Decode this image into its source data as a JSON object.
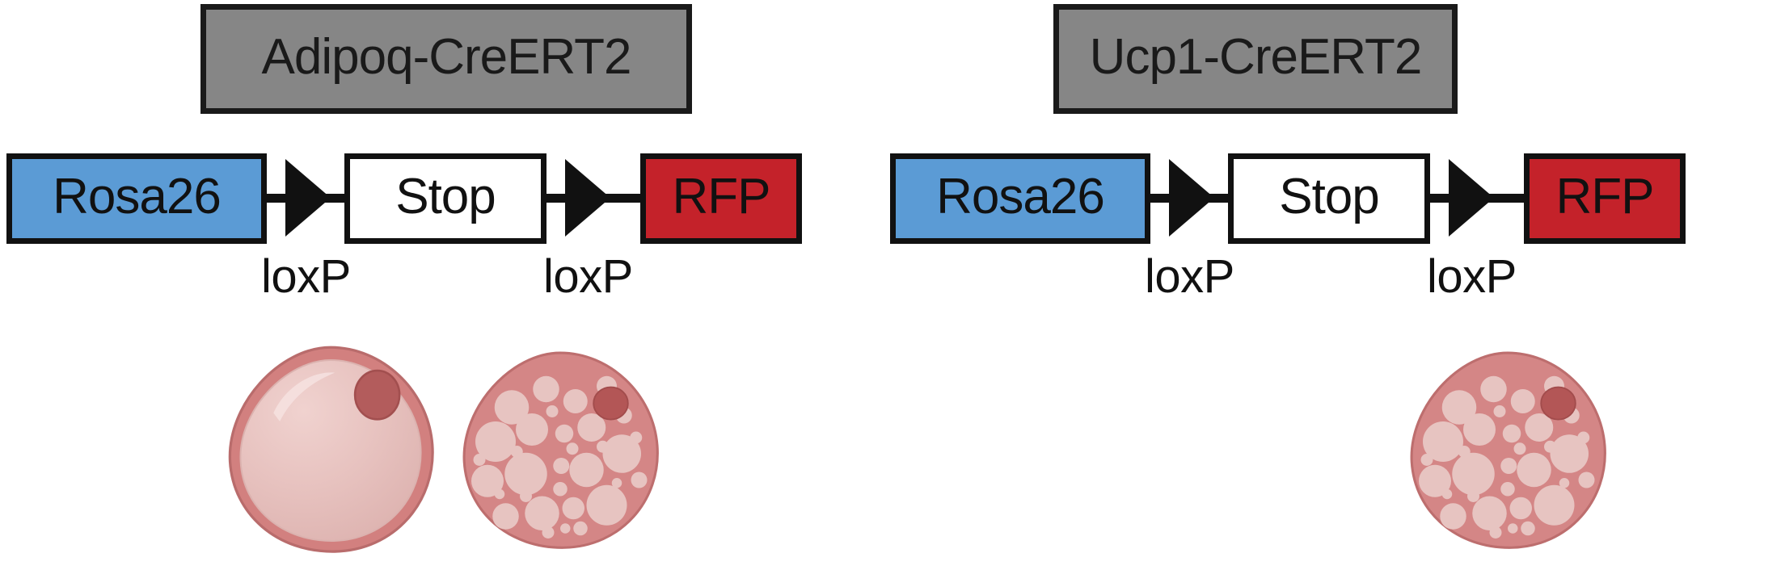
{
  "figure": {
    "type": "diagram",
    "description": "Cre-lox lineage tracing reporter constructs for two adipocyte Cre driver lines with adipocyte morphology illustrations",
    "background_color": "#ffffff"
  },
  "colors": {
    "driver_box_fill": "#868686",
    "driver_box_border": "#1a1a1a",
    "rosa26_fill": "#5B9BD5",
    "stop_fill": "#ffffff",
    "rfp_fill": "#C4222A",
    "outline": "#111111",
    "cell_cytoplasm": "#D68B8B",
    "cell_membrane": "#C06B6B",
    "lipid_droplet": "#E8C3C0",
    "nucleus": "#B35656"
  },
  "panels": [
    {
      "id": "adipoq",
      "driver": {
        "label": "Adipoq-CreERT2"
      },
      "cassette": {
        "boxes": [
          {
            "id": "rosa26",
            "label": "Rosa26",
            "fill": "#5B9BD5"
          },
          {
            "id": "stop",
            "label": "Stop",
            "fill": "#ffffff"
          },
          {
            "id": "rfp",
            "label": "RFP",
            "fill": "#C4222A"
          }
        ],
        "sites": [
          {
            "id": "loxp-1",
            "label": "loxP"
          },
          {
            "id": "loxp-2",
            "label": "loxP"
          }
        ]
      },
      "cells": [
        {
          "id": "white-adipocyte",
          "type": "unilocular",
          "droplets": 1,
          "nucleus": true
        },
        {
          "id": "beige-adipocyte",
          "type": "multilocular",
          "droplets": 32,
          "nucleus": true
        }
      ]
    },
    {
      "id": "ucp1",
      "driver": {
        "label": "Ucp1-CreERT2"
      },
      "cassette": {
        "boxes": [
          {
            "id": "rosa26",
            "label": "Rosa26",
            "fill": "#5B9BD5"
          },
          {
            "id": "stop",
            "label": "Stop",
            "fill": "#ffffff"
          },
          {
            "id": "rfp",
            "label": "RFP",
            "fill": "#C4222A"
          }
        ],
        "sites": [
          {
            "id": "loxp-1",
            "label": "loxP"
          },
          {
            "id": "loxp-2",
            "label": "loxP"
          }
        ]
      },
      "cells": [
        {
          "id": "beige-adipocyte",
          "type": "multilocular",
          "droplets": 32,
          "nucleus": true
        }
      ]
    }
  ]
}
